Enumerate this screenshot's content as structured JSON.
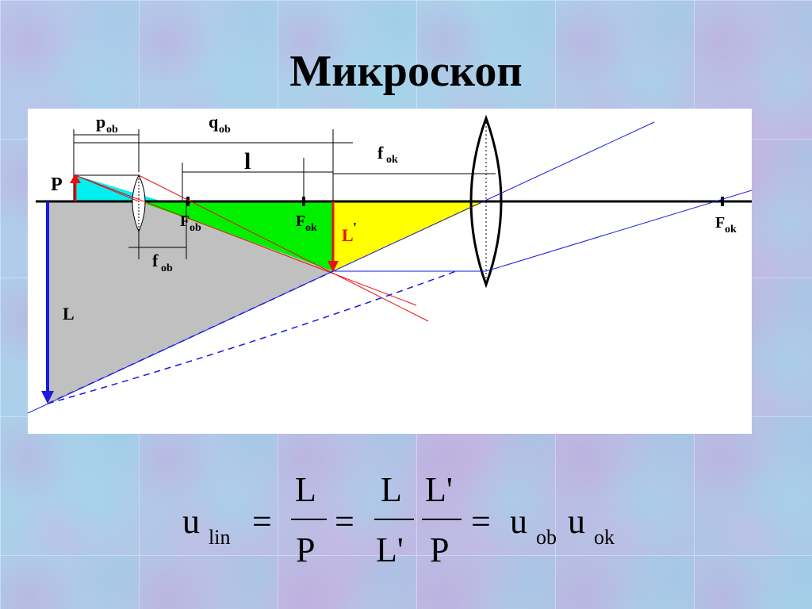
{
  "title": "Микроскоп",
  "diagram": {
    "labels": {
      "p": "p",
      "p_sub": "ob",
      "q": "q",
      "q_sub": "ob",
      "l": "l",
      "f_ok_top": "f",
      "f_ok_top_sub": "ok",
      "P": "P",
      "F_ob": "F",
      "F_ob_sub": "ob",
      "F_ok_mid": "F",
      "F_ok_mid_sub": "ok",
      "L_prime": "L",
      "L_prime_mark": "'",
      "f_ob": "f",
      "f_ob_sub": "ob",
      "L": "L",
      "F_ok_right": "F",
      "F_ok_right_sub": "ok"
    },
    "colors": {
      "object_arrow": "#e81010",
      "image_arrow_big": "#1a1ae0",
      "rays_red": "#e81010",
      "rays_blue": "#1a1ae0",
      "fill_cyan": "#00f0f0",
      "fill_green": "#00f000",
      "fill_yellow": "#ffff00",
      "fill_gray": "#c0c0c0"
    }
  },
  "formula": {
    "u1": "u",
    "u1_sub": "lin",
    "eq1": "=",
    "frac1_num": "L",
    "frac1_den": "P",
    "eq2": "=",
    "frac2_num": "L",
    "frac2_den": "L'",
    "frac3_num": "L'",
    "frac3_den": "P",
    "eq3": "=",
    "u2": "u",
    "u2_sub": "ob",
    "u3": "u",
    "u3_sub": "ok"
  }
}
